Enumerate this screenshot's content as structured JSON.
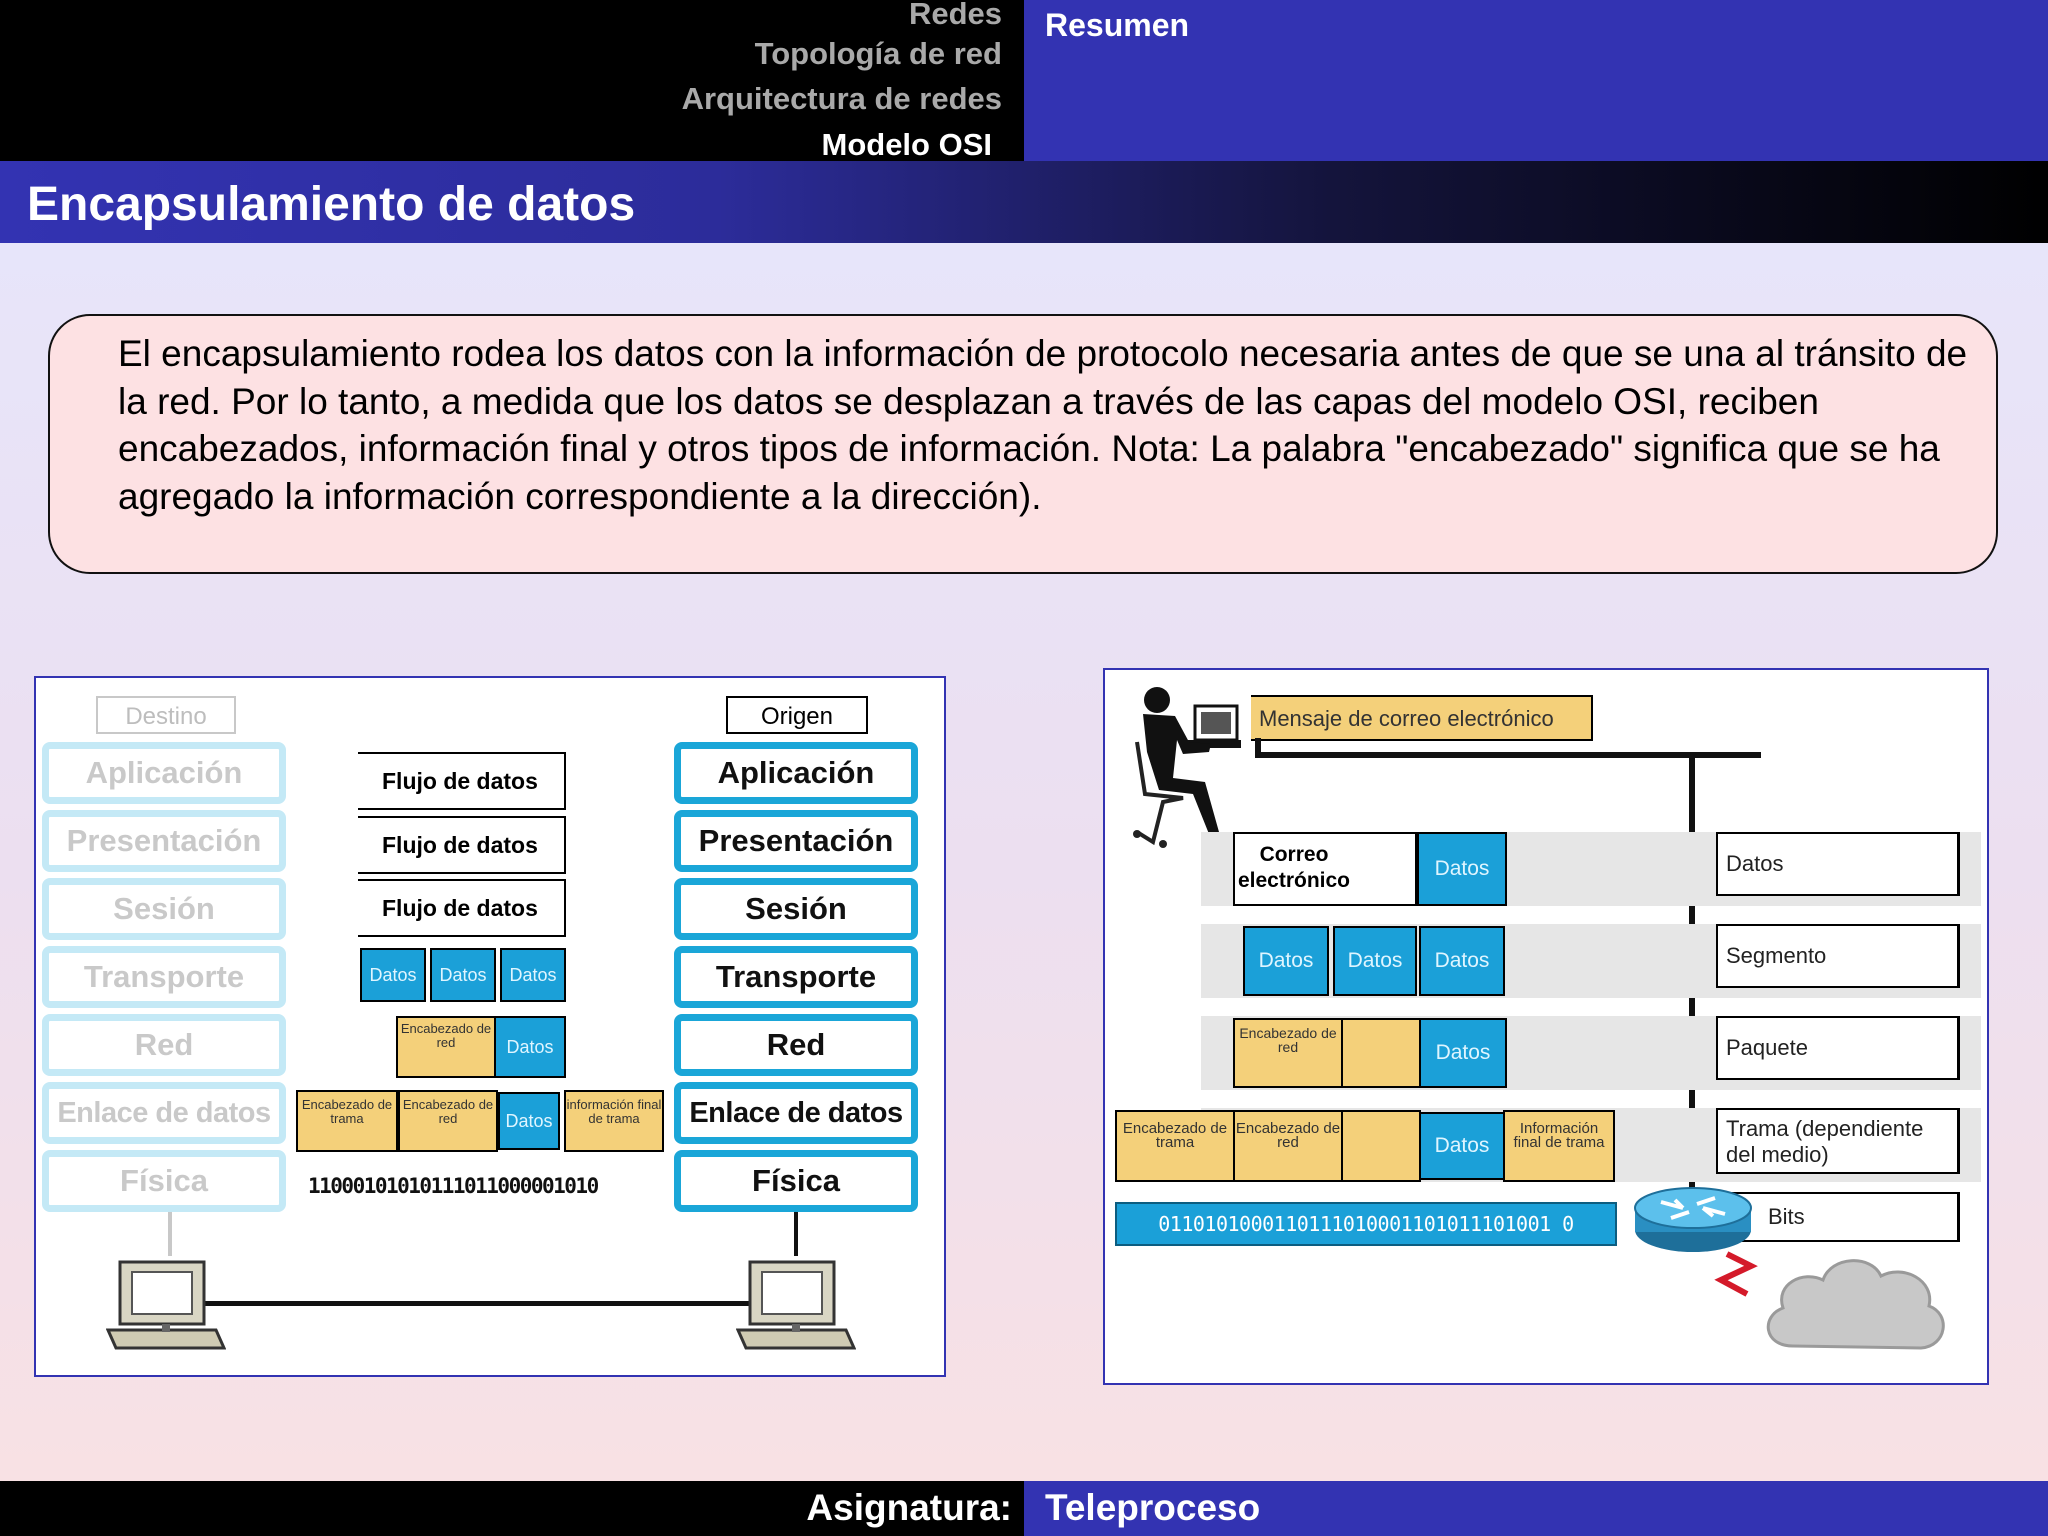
{
  "header": {
    "nav": [
      "Redes",
      "Topología de red",
      "Arquitectura de redes",
      "Modelo OSI"
    ],
    "section": "Resumen"
  },
  "title": "Encapsulamiento de datos",
  "description": "El encapsulamiento rodea los datos con la información de protocolo necesaria antes de que se una al tránsito de la red. Por lo tanto, a medida que los datos se desplazan a través de las capas del modelo OSI, reciben encabezados, información final y otros tipos de información. Nota: La palabra \"encabezado\" significa que se ha agregado la información correspondiente a la dirección).",
  "figure1": {
    "destino": "Destino",
    "origen": "Origen",
    "layers": [
      "Aplicación",
      "Presentación",
      "Sesión",
      "Transporte",
      "Red",
      "Enlace de datos",
      "Física"
    ],
    "flujo": "Flujo de datos",
    "datos": "Datos",
    "enc_red": "Encabezado de red",
    "enc_trama": "Encabezado de trama",
    "info_final": "información final de trama",
    "bits": "11000101010111011000001010"
  },
  "figure2": {
    "mensaje": "Mensaje de correo electrónico",
    "correo": "Correo electrónico",
    "datos": "Datos",
    "enc_red": "Encabezado de red",
    "enc_trama": "Encabezado de trama",
    "info_final": "Información final de trama",
    "bits": "0110101000110111010001101011101001 0",
    "labels": [
      "Datos",
      "Segmento",
      "Paquete",
      "Trama (dependiente del medio)",
      "Bits"
    ]
  },
  "footer": {
    "label": "Asignatura:",
    "value": "Teleproceso"
  }
}
